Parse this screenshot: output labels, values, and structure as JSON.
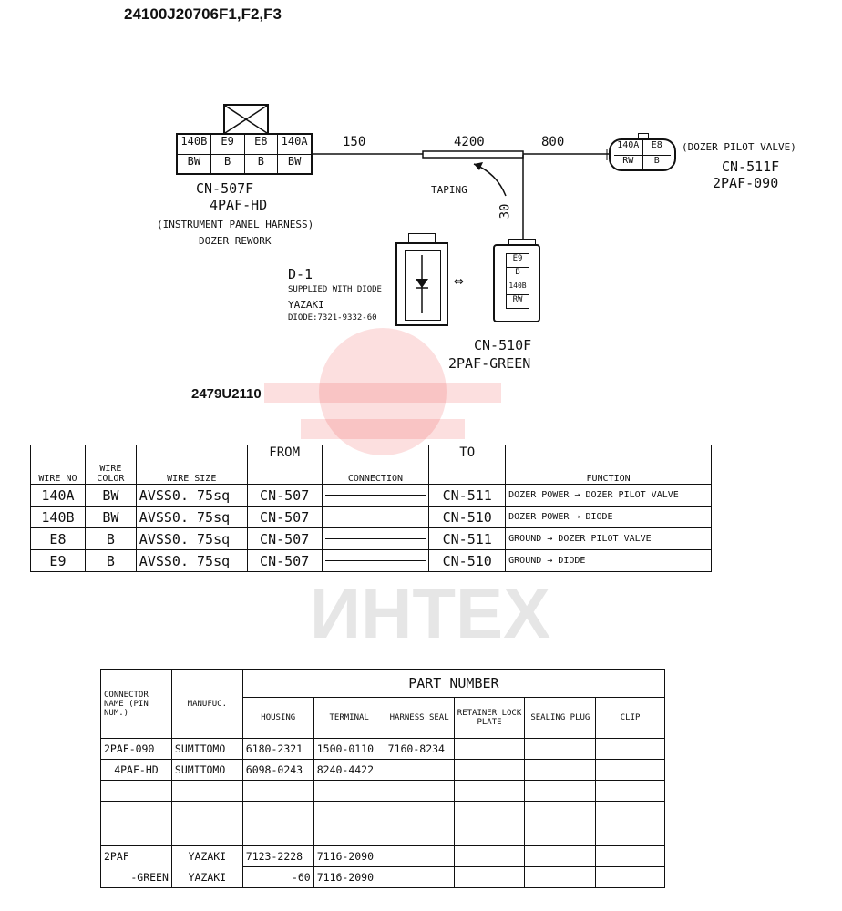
{
  "title": "24100J20706F1,F2,F3",
  "subtitle": "2479U2110",
  "watermark": "ИНТЕХ",
  "diagram": {
    "cn507": {
      "pins": [
        "140B",
        "E9",
        "E8",
        "140A"
      ],
      "colors": [
        "BW",
        "B",
        "B",
        "BW"
      ],
      "name": "CN-507F",
      "type": "4PAF-HD",
      "note1": "(INSTRUMENT PANEL HARNESS)",
      "note2": "DOZER REWORK"
    },
    "dims": {
      "d150": "150",
      "d4200": "4200",
      "d800": "800",
      "d30": "30"
    },
    "taping": "TAPING",
    "cn511": {
      "pins": [
        "140A",
        "E8"
      ],
      "colors": [
        "RW",
        "B"
      ],
      "desc": "(DOZER PILOT VALVE)",
      "name": "CN-511F",
      "type": "2PAF-090"
    },
    "cn510": {
      "pins": [
        "E9",
        "B",
        "140B",
        "RW"
      ],
      "name": "CN-510F",
      "type": "2PAF-GREEN"
    },
    "d1": {
      "name": "D-1",
      "line1": "SUPPLIED WITH DIODE",
      "line2": "YAZAKI",
      "line3": "DIODE:7321-9332-60"
    },
    "arrow": "⇔"
  },
  "wire_table": {
    "headers": [
      "WIRE NO",
      "WIRE COLOR",
      "WIRE SIZE",
      "FROM",
      "CONNECTION",
      "TO",
      "FUNCTION"
    ],
    "rows": [
      {
        "no": "140A",
        "color": "BW",
        "size": "AVSS0. 75sq",
        "from": "CN-507",
        "to": "CN-511",
        "f1": "DOZER POWER",
        "f2": "DOZER PILOT VALVE"
      },
      {
        "no": "140B",
        "color": "BW",
        "size": "AVSS0. 75sq",
        "from": "CN-507",
        "to": "CN-510",
        "f1": "DOZER POWER",
        "f2": "DIODE"
      },
      {
        "no": "E8",
        "color": "B",
        "size": "AVSS0. 75sq",
        "from": "CN-507",
        "to": "CN-511",
        "f1": "GROUND",
        "f2": "DOZER PILOT VALVE"
      },
      {
        "no": "E9",
        "color": "B",
        "size": "AVSS0. 75sq",
        "from": "CN-507",
        "to": "CN-510",
        "f1": "GROUND",
        "f2": "DIODE"
      }
    ]
  },
  "part_table": {
    "group_header": "PART NUMBER",
    "headers": [
      "CONNECTOR NAME (PIN NUM.)",
      "MANUFUC.",
      "HOUSING",
      "TERMINAL",
      "HARNESS SEAL",
      "RETAINER LOCK PLATE",
      "SEALING PLUG",
      "CLIP"
    ],
    "rows": [
      [
        "2PAF-090",
        "SUMITOMO",
        "6180-2321",
        "1500-0110",
        "7160-8234",
        "",
        "",
        ""
      ],
      [
        "4PAF-HD",
        "SUMITOMO",
        "6098-0243",
        "8240-4422",
        "",
        "",
        "",
        ""
      ],
      [
        "",
        "",
        "",
        "",
        "",
        "",
        "",
        ""
      ],
      [
        "",
        "",
        "",
        "",
        "",
        "",
        "",
        ""
      ],
      [
        "2PAF",
        "YAZAKI",
        "7123-2228",
        "7116-2090",
        "",
        "",
        "",
        ""
      ],
      [
        "-GREEN",
        "YAZAKI",
        "-60",
        "7116-2090",
        "",
        "",
        "",
        ""
      ]
    ]
  }
}
